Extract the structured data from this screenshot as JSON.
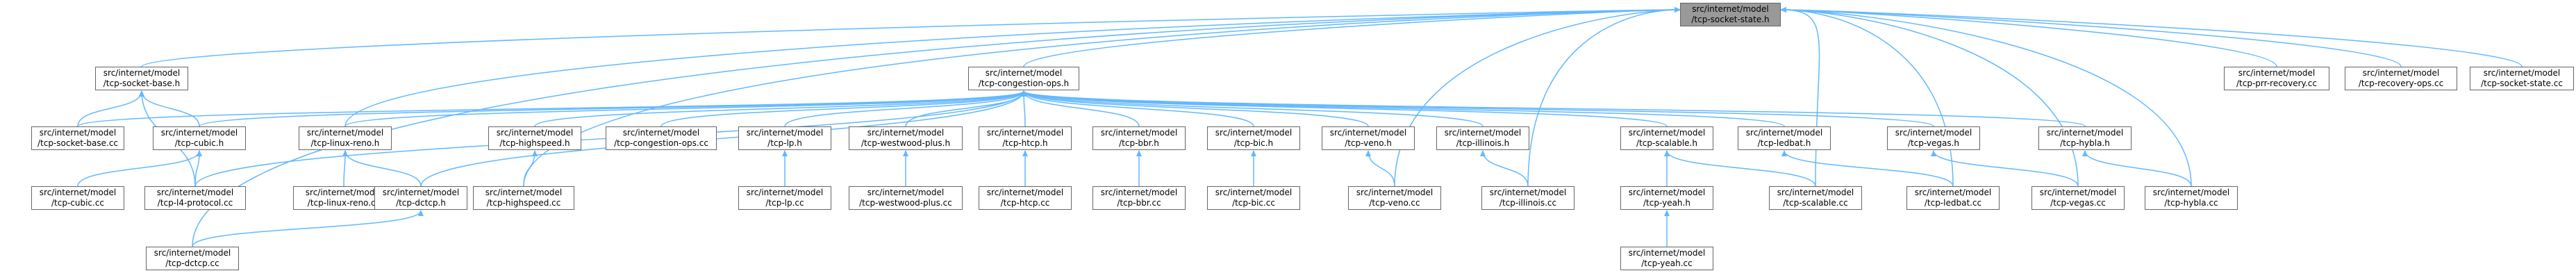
{
  "title": "src/internet/model/tcp-socket-state.h",
  "colors": {
    "edge": "#63b8ff",
    "root_fill": "#999999",
    "node_border": "#666666",
    "node_fill": "#ffffff"
  },
  "nodes": [
    {
      "id": "root",
      "line1": "src/internet/model",
      "line2": "/tcp-socket-state.h"
    },
    {
      "id": "socketbase_h",
      "line1": "src/internet/model",
      "line2": "/tcp-socket-base.h"
    },
    {
      "id": "congops_h",
      "line1": "src/internet/model",
      "line2": "/tcp-congestion-ops.h"
    },
    {
      "id": "prrrecovery_cc",
      "line1": "src/internet/model",
      "line2": "/tcp-prr-recovery.cc"
    },
    {
      "id": "recoveryops_cc",
      "line1": "src/internet/model",
      "line2": "/tcp-recovery-ops.cc"
    },
    {
      "id": "socketstate_cc",
      "line1": "src/internet/model",
      "line2": "/tcp-socket-state.cc"
    },
    {
      "id": "socketbase_cc",
      "line1": "src/internet/model",
      "line2": "/tcp-socket-base.cc"
    },
    {
      "id": "cubic_h",
      "line1": "src/internet/model",
      "line2": "/tcp-cubic.h"
    },
    {
      "id": "linuxreno_h",
      "line1": "src/internet/model",
      "line2": "/tcp-linux-reno.h"
    },
    {
      "id": "highspeed_h",
      "line1": "src/internet/model",
      "line2": "/tcp-highspeed.h"
    },
    {
      "id": "congops_cc",
      "line1": "src/internet/model",
      "line2": "/tcp-congestion-ops.cc"
    },
    {
      "id": "lp_h",
      "line1": "src/internet/model",
      "line2": "/tcp-lp.h"
    },
    {
      "id": "westwoodplus_h",
      "line1": "src/internet/model",
      "line2": "/tcp-westwood-plus.h"
    },
    {
      "id": "htcp_h",
      "line1": "src/internet/model",
      "line2": "/tcp-htcp.h"
    },
    {
      "id": "bbr_h",
      "line1": "src/internet/model",
      "line2": "/tcp-bbr.h"
    },
    {
      "id": "bic_h",
      "line1": "src/internet/model",
      "line2": "/tcp-bic.h"
    },
    {
      "id": "veno_h",
      "line1": "src/internet/model",
      "line2": "/tcp-veno.h"
    },
    {
      "id": "illinois_h",
      "line1": "src/internet/model",
      "line2": "/tcp-illinois.h"
    },
    {
      "id": "scalable_h",
      "line1": "src/internet/model",
      "line2": "/tcp-scalable.h"
    },
    {
      "id": "ledbat_h",
      "line1": "src/internet/model",
      "line2": "/tcp-ledbat.h"
    },
    {
      "id": "vegas_h",
      "line1": "src/internet/model",
      "line2": "/tcp-vegas.h"
    },
    {
      "id": "hybla_h",
      "line1": "src/internet/model",
      "line2": "/tcp-hybla.h"
    },
    {
      "id": "cubic_cc",
      "line1": "src/internet/model",
      "line2": "/tcp-cubic.cc"
    },
    {
      "id": "l4protocol_cc",
      "line1": "src/internet/model",
      "line2": "/tcp-l4-protocol.cc"
    },
    {
      "id": "linuxreno_cc",
      "line1": "src/internet/model",
      "line2": "/tcp-linux-reno.cc"
    },
    {
      "id": "dctcp_h",
      "line1": "src/internet/model",
      "line2": "/tcp-dctcp.h"
    },
    {
      "id": "highspeed_cc",
      "line1": "src/internet/model",
      "line2": "/tcp-highspeed.cc"
    },
    {
      "id": "lp_cc",
      "line1": "src/internet/model",
      "line2": "/tcp-lp.cc"
    },
    {
      "id": "westwoodplus_cc",
      "line1": "src/internet/model",
      "line2": "/tcp-westwood-plus.cc"
    },
    {
      "id": "htcp_cc",
      "line1": "src/internet/model",
      "line2": "/tcp-htcp.cc"
    },
    {
      "id": "bbr_cc",
      "line1": "src/internet/model",
      "line2": "/tcp-bbr.cc"
    },
    {
      "id": "bic_cc",
      "line1": "src/internet/model",
      "line2": "/tcp-bic.cc"
    },
    {
      "id": "veno_cc",
      "line1": "src/internet/model",
      "line2": "/tcp-veno.cc"
    },
    {
      "id": "illinois_cc",
      "line1": "src/internet/model",
      "line2": "/tcp-illinois.cc"
    },
    {
      "id": "yeah_h",
      "line1": "src/internet/model",
      "line2": "/tcp-yeah.h"
    },
    {
      "id": "scalable_cc",
      "line1": "src/internet/model",
      "line2": "/tcp-scalable.cc"
    },
    {
      "id": "ledbat_cc",
      "line1": "src/internet/model",
      "line2": "/tcp-ledbat.cc"
    },
    {
      "id": "vegas_cc",
      "line1": "src/internet/model",
      "line2": "/tcp-vegas.cc"
    },
    {
      "id": "hybla_cc",
      "line1": "src/internet/model",
      "line2": "/tcp-hybla.cc"
    },
    {
      "id": "dctcp_cc",
      "line1": "src/internet/model",
      "line2": "/tcp-dctcp.cc"
    },
    {
      "id": "yeah_cc",
      "line1": "src/internet/model",
      "line2": "/tcp-yeah.cc"
    }
  ],
  "edges": [
    [
      "socketbase_h",
      "root"
    ],
    [
      "congops_h",
      "root"
    ],
    [
      "prrrecovery_cc",
      "root"
    ],
    [
      "recoveryops_cc",
      "root"
    ],
    [
      "socketstate_cc",
      "root"
    ],
    [
      "linuxreno_h",
      "root"
    ],
    [
      "highspeed_cc",
      "root"
    ],
    [
      "dctcp_cc",
      "root"
    ],
    [
      "veno_cc",
      "root"
    ],
    [
      "illinois_cc",
      "root"
    ],
    [
      "scalable_cc",
      "root"
    ],
    [
      "ledbat_cc",
      "root"
    ],
    [
      "vegas_cc",
      "root"
    ],
    [
      "hybla_cc",
      "root"
    ],
    [
      "socketbase_cc",
      "socketbase_h"
    ],
    [
      "cubic_h",
      "socketbase_h"
    ],
    [
      "l4protocol_cc",
      "socketbase_h"
    ],
    [
      "cubic_h",
      "congops_h"
    ],
    [
      "linuxreno_h",
      "congops_h"
    ],
    [
      "highspeed_h",
      "congops_h"
    ],
    [
      "congops_cc",
      "congops_h"
    ],
    [
      "lp_h",
      "congops_h"
    ],
    [
      "westwoodplus_h",
      "congops_h"
    ],
    [
      "htcp_h",
      "congops_h"
    ],
    [
      "bbr_h",
      "congops_h"
    ],
    [
      "bic_h",
      "congops_h"
    ],
    [
      "veno_h",
      "congops_h"
    ],
    [
      "illinois_h",
      "congops_h"
    ],
    [
      "scalable_h",
      "congops_h"
    ],
    [
      "ledbat_h",
      "congops_h"
    ],
    [
      "vegas_h",
      "congops_h"
    ],
    [
      "hybla_h",
      "congops_h"
    ],
    [
      "dctcp_h",
      "congops_h"
    ],
    [
      "l4protocol_cc",
      "congops_h"
    ],
    [
      "socketbase_cc",
      "congops_h"
    ],
    [
      "cubic_cc",
      "cubic_h"
    ],
    [
      "l4protocol_cc",
      "cubic_h"
    ],
    [
      "linuxreno_cc",
      "linuxreno_h"
    ],
    [
      "dctcp_h",
      "linuxreno_h"
    ],
    [
      "highspeed_cc",
      "highspeed_h"
    ],
    [
      "lp_cc",
      "lp_h"
    ],
    [
      "westwoodplus_cc",
      "westwoodplus_h"
    ],
    [
      "htcp_cc",
      "htcp_h"
    ],
    [
      "bbr_cc",
      "bbr_h"
    ],
    [
      "bic_cc",
      "bic_h"
    ],
    [
      "veno_cc",
      "veno_h"
    ],
    [
      "illinois_cc",
      "illinois_h"
    ],
    [
      "yeah_h",
      "scalable_h"
    ],
    [
      "scalable_cc",
      "scalable_h"
    ],
    [
      "ledbat_cc",
      "ledbat_h"
    ],
    [
      "vegas_cc",
      "vegas_h"
    ],
    [
      "hybla_cc",
      "hybla_h"
    ],
    [
      "dctcp_cc",
      "dctcp_h"
    ],
    [
      "yeah_cc",
      "yeah_h"
    ]
  ]
}
